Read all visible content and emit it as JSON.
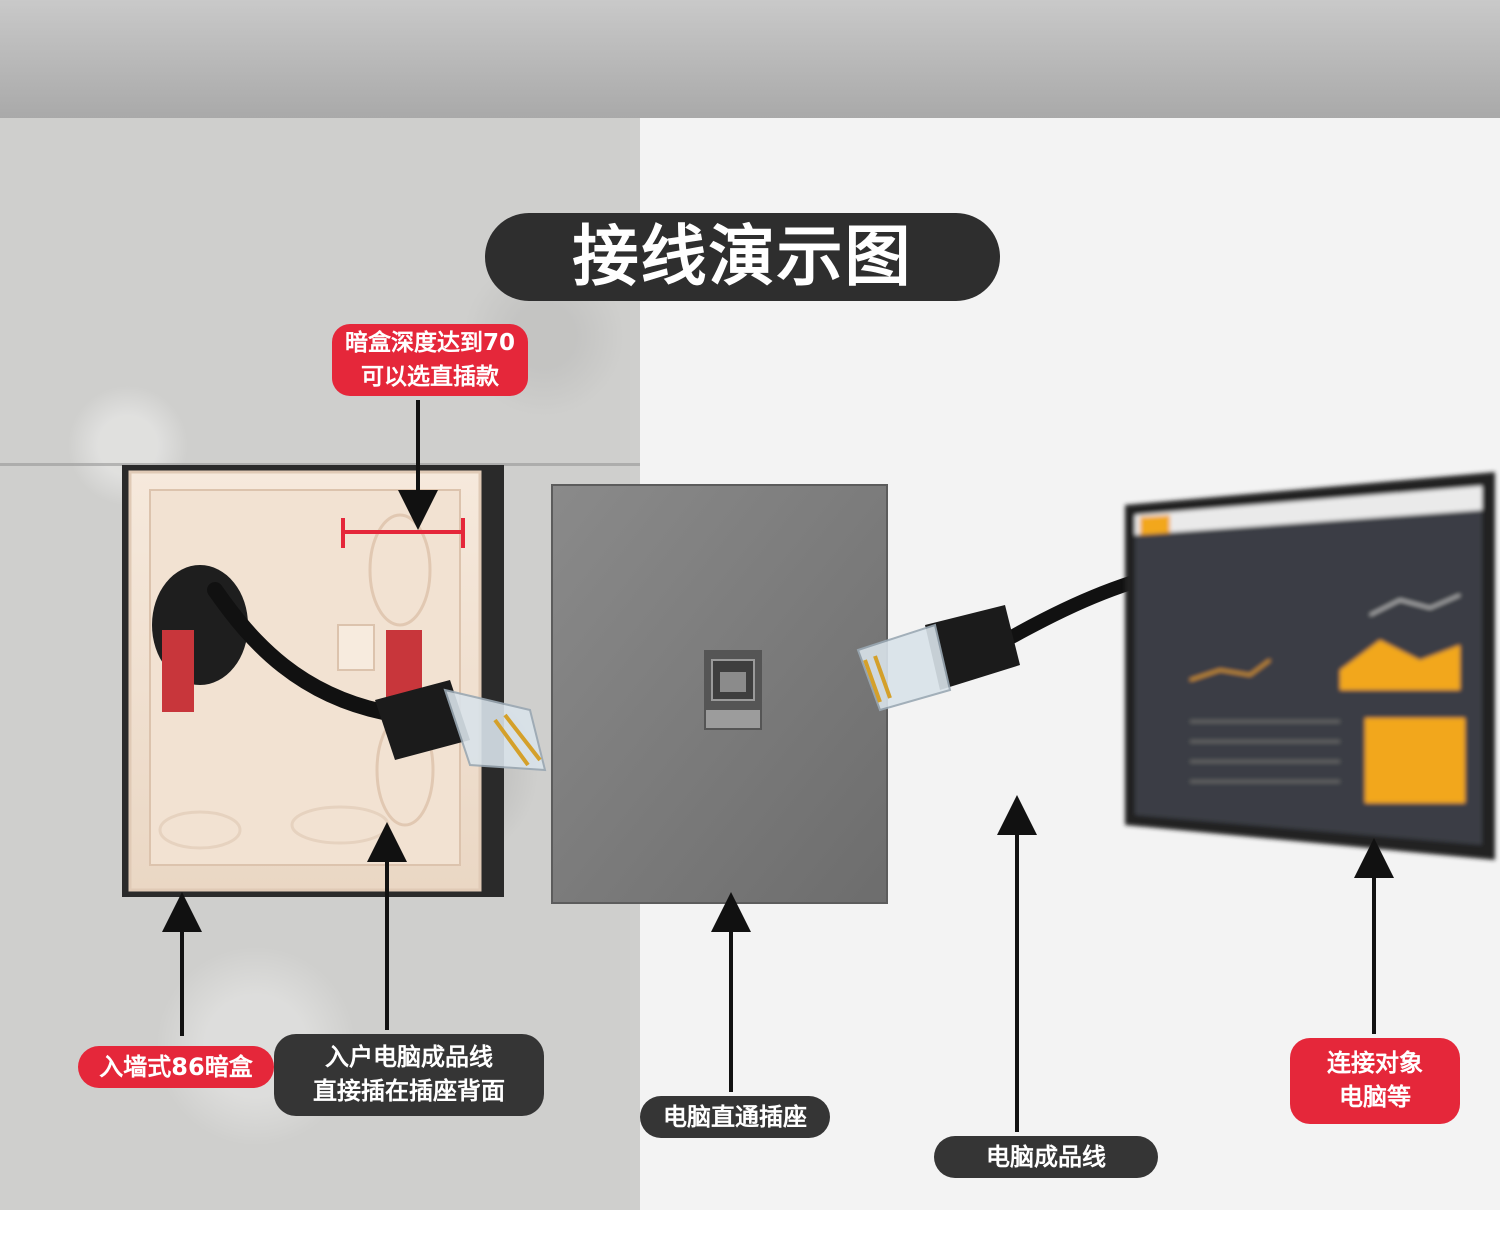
{
  "title": "接线演示图",
  "labels": {
    "depth_line1": "暗盒深度达到70",
    "depth_line2": "可以选直插款",
    "wall_box": "入墙式86暗盒",
    "cable_in_line1": "入户电脑成品线",
    "cable_in_line2": "直接插在插座背面",
    "socket": "电脑直通插座",
    "cable": "电脑成品线",
    "target_line1": "连接对象",
    "target_line2": "电脑等"
  },
  "colors": {
    "label_red": "#e5273a",
    "label_dark": "#353535",
    "panel_gray": "#7b7b7b",
    "screen_accent": "#f2a71b"
  }
}
